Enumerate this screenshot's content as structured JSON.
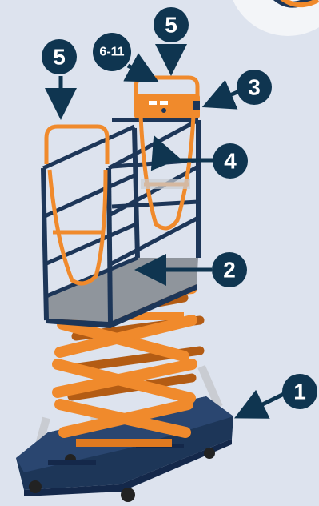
{
  "callouts": [
    {
      "id": "c1",
      "label": "1"
    },
    {
      "id": "c2",
      "label": "2"
    },
    {
      "id": "c3",
      "label": "3"
    },
    {
      "id": "c4",
      "label": "4"
    },
    {
      "id": "c5a",
      "label": "5"
    },
    {
      "id": "c5b",
      "label": "5"
    },
    {
      "id": "c6",
      "label": "6-11"
    }
  ],
  "colors": {
    "background": "#dde3ee",
    "navy": "#1d3658",
    "orange": "#f08a2c",
    "deck_grey": "#8f959c",
    "badge": "#0f3550"
  }
}
